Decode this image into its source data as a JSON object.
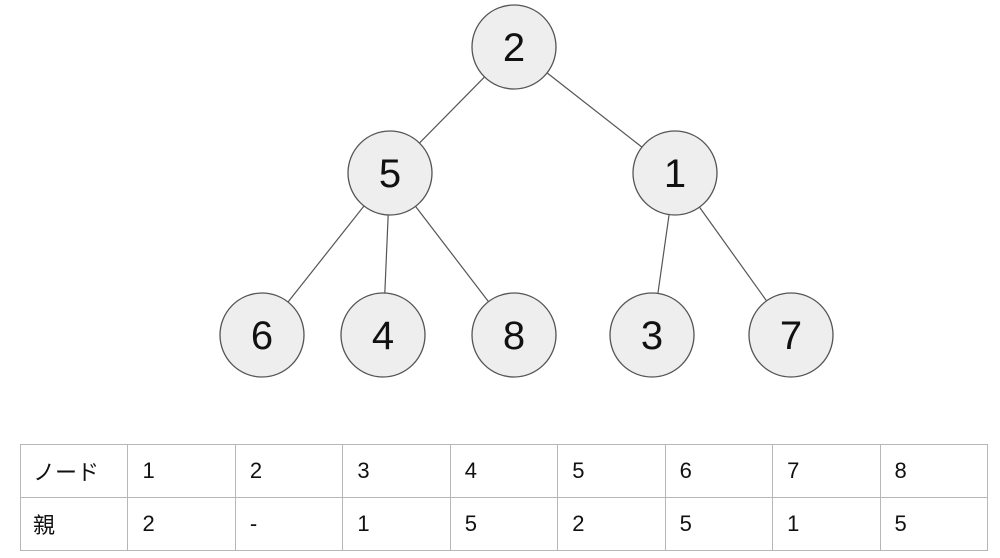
{
  "tree": {
    "edge_color": "#555555",
    "node_fill": "#eeeeee",
    "nodes": [
      {
        "id": "n2",
        "label": "2"
      },
      {
        "id": "n5",
        "label": "5"
      },
      {
        "id": "n1",
        "label": "1"
      },
      {
        "id": "n6",
        "label": "6"
      },
      {
        "id": "n4",
        "label": "4"
      },
      {
        "id": "n8",
        "label": "8"
      },
      {
        "id": "n3",
        "label": "3"
      },
      {
        "id": "n7",
        "label": "7"
      }
    ],
    "edges": [
      {
        "from": "n2",
        "to": "n5"
      },
      {
        "from": "n2",
        "to": "n1"
      },
      {
        "from": "n5",
        "to": "n6"
      },
      {
        "from": "n5",
        "to": "n4"
      },
      {
        "from": "n5",
        "to": "n8"
      },
      {
        "from": "n1",
        "to": "n3"
      },
      {
        "from": "n1",
        "to": "n7"
      }
    ]
  },
  "table": {
    "rows": [
      {
        "header": "ノード",
        "cells": [
          "1",
          "2",
          "3",
          "4",
          "5",
          "6",
          "7",
          "8"
        ]
      },
      {
        "header": "親",
        "cells": [
          "2",
          "-",
          "1",
          "5",
          "2",
          "5",
          "1",
          "5"
        ]
      }
    ]
  }
}
